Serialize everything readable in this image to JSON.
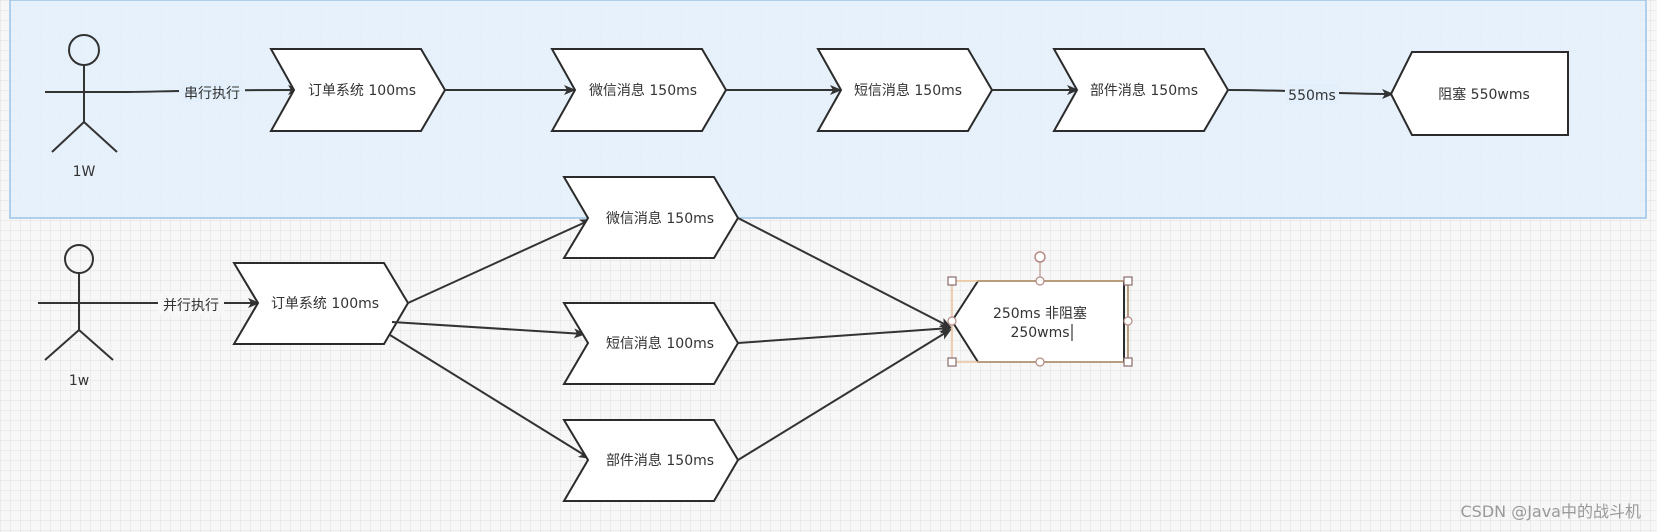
{
  "top_flow": {
    "actor_label": "1W",
    "edge_label_start": "串行执行",
    "step_order": "订单系统 100ms",
    "step_wechat": "微信消息 150ms",
    "step_sms": "短信消息 150ms",
    "step_mail": "部件消息 150ms",
    "edge_label_end": "550ms",
    "result": "阻塞 550wms"
  },
  "bottom_flow": {
    "actor_label": "1w",
    "edge_label_start": "并行执行",
    "step_order": "订单系统 100ms",
    "step_wechat": "微信消息 150ms",
    "step_sms": "短信消息 100ms",
    "step_mail": "部件消息 150ms",
    "result_line1": "250ms 非阻塞",
    "result_line2": "250wms"
  },
  "watermark": "CSDN @Java中的战斗机",
  "colors": {
    "top_band": "#e3f0fc",
    "top_band_border": "#9cc4e8",
    "shape_stroke": "#2b2b2b",
    "selection": "#e8c39a"
  }
}
